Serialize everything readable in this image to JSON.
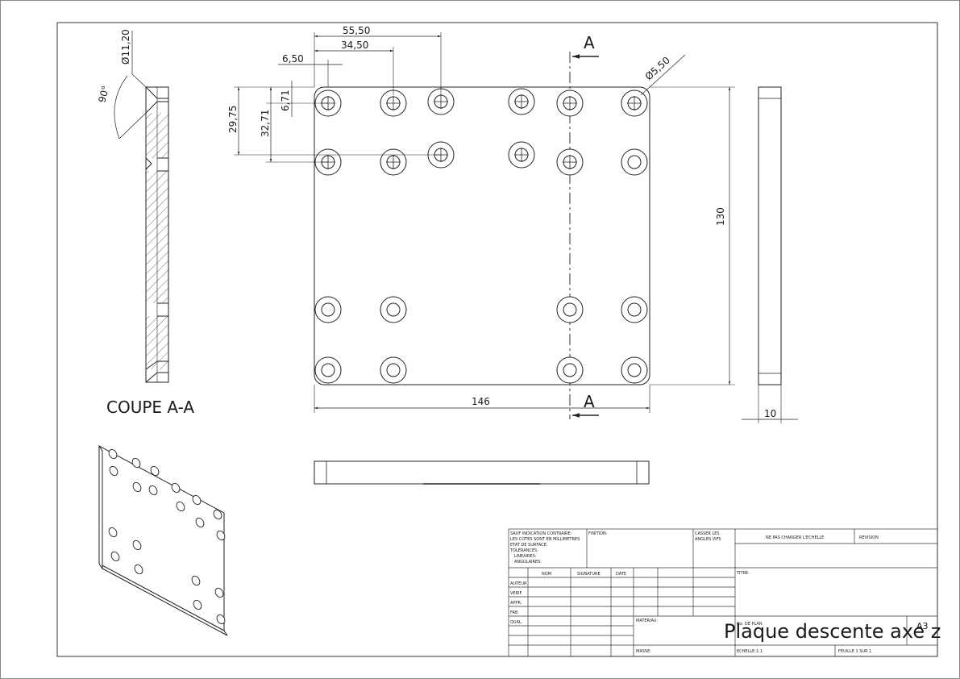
{
  "section": {
    "label": "COUPE A-A",
    "marker": "A",
    "diameter": "Ø11,20",
    "angle": "90°"
  },
  "front_view": {
    "dims": {
      "d1": "55,50",
      "d2": "34,50",
      "d3": "6,50",
      "d4": "6,71",
      "d5": "29,75",
      "d6": "32,71",
      "hole": "Ø5,50",
      "height": "130",
      "width": "146"
    }
  },
  "side_view": {
    "thickness": "10"
  },
  "title_block": {
    "general_notes": [
      "SAUF INDICATION CONTRAIRE:",
      "LES COTES SONT EN MILLIMETRES",
      "ETAT DE SURFACE:",
      "TOLERANCES:",
      "LINEAIRES:",
      "ANGULAIRES:"
    ],
    "finish_label": "FINITION:",
    "break_edges": [
      "CASSER LES",
      "ANGLES VIFS"
    ],
    "no_scale": "NE PAS CHANGER L'ECHELLE",
    "revision": "REVISION",
    "headers": [
      "NOM",
      "SIGNATURE",
      "DATE"
    ],
    "roles": [
      "AUTEUR",
      "VERIF.",
      "APPR.",
      "FAB.",
      "QUAL."
    ],
    "titre_label": "TITRE:",
    "material_label": "MATERIAU:",
    "plan_no_label": "No. DE PLAN",
    "drawing_title": "Plaque descente axe z",
    "format": "A3",
    "mass_label": "MASSE:",
    "scale": "ECHELLE:1:1",
    "sheet": "FEUILLE 1 SUR 1"
  }
}
